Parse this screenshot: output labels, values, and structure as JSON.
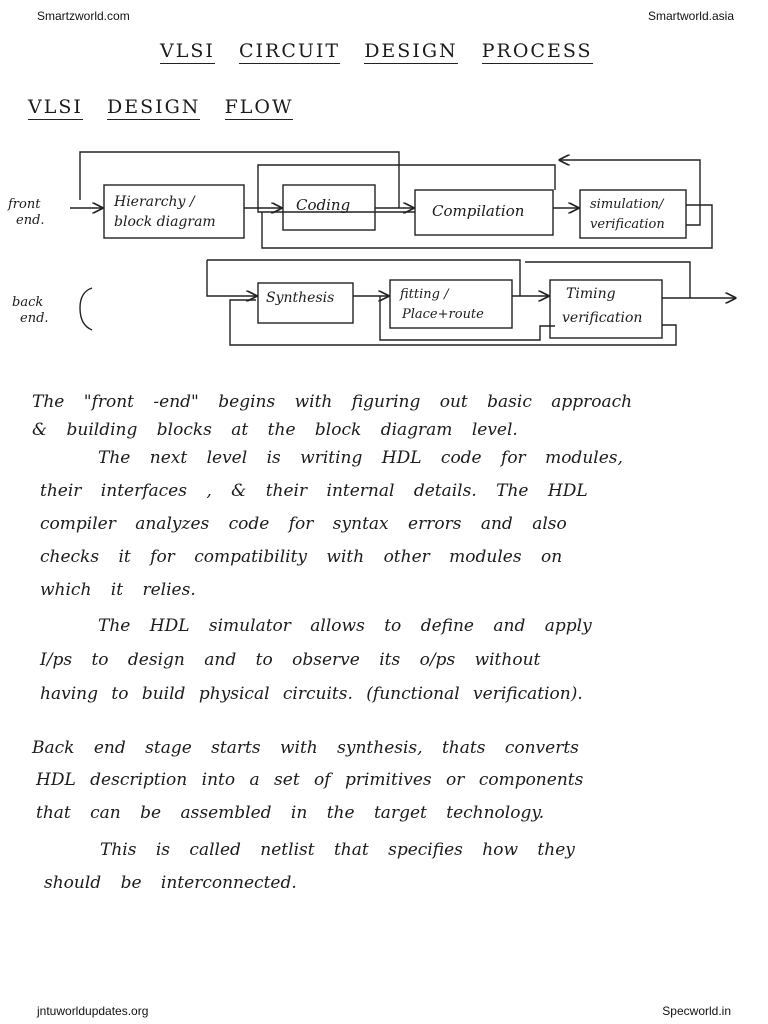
{
  "header": {
    "left": "Smartzworld.com",
    "right": "Smartworld.asia"
  },
  "footer": {
    "left": "jntuworldupdates.org",
    "right": "Specworld.in"
  },
  "title": [
    "VLSI",
    "CIRCUIT",
    "DESIGN",
    "PROCESS"
  ],
  "subtitle": [
    "VLSI",
    "DESIGN",
    "FLOW"
  ],
  "diagram": {
    "front_label": [
      "front",
      "end."
    ],
    "back_label": [
      "back",
      "end."
    ],
    "front_boxes": [
      [
        "Hierarchy /",
        "block diagram"
      ],
      [
        "Coding"
      ],
      [
        "Compilation"
      ],
      [
        "simulation/",
        "verification"
      ]
    ],
    "back_boxes": [
      [
        "Synthesis"
      ],
      [
        "fitting /",
        "Place+route"
      ],
      [
        "Timing",
        "verification"
      ]
    ]
  },
  "body_lines": [
    "The \"front -end\" begins with figuring out basic approach",
    "& building blocks at the block diagram level.",
    "The next level is writing HDL code for modules,",
    "their interfaces , & their internal details. The HDL",
    "compiler analyzes code for syntax errors and also",
    "checks it for compatibility with other modules on",
    "which it relies.",
    "The HDL simulator allows to define and apply",
    "I/ps to design and to observe its o/ps without",
    "having to build physical circuits. (functional verification).",
    "Back end stage starts with synthesis, thats converts",
    "HDL description into a set of primitives or components",
    "that can be assembled in the target technology.",
    "This is called netlist that specifies how they",
    "should be interconnected."
  ]
}
